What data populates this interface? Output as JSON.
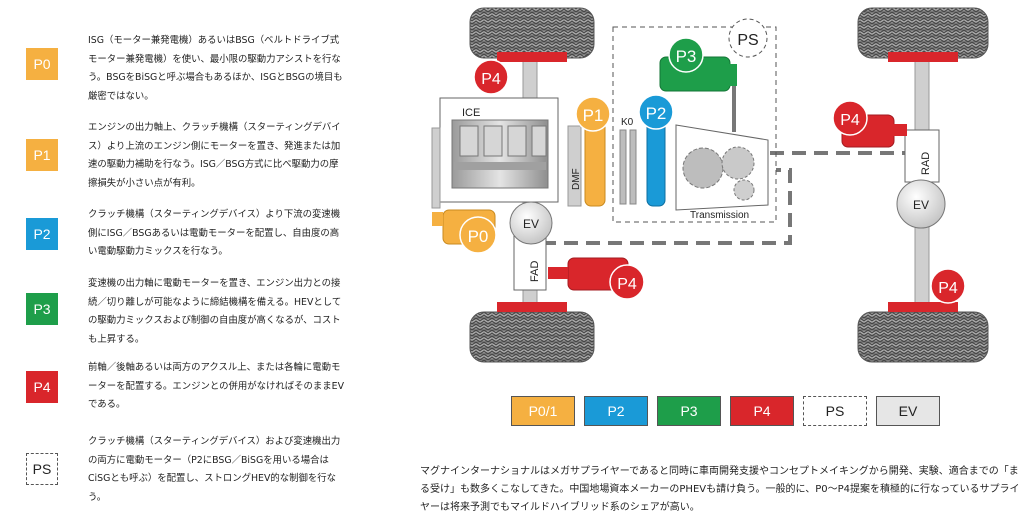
{
  "legend": [
    {
      "code": "P0",
      "color": "#f5b041",
      "text": "ISG（モーター兼発電機）あるいはBSG（ベルトドライブ式モーター兼発電機）を使い、最小限の駆動力アシストを行なう。BSGをBiSGと呼ぶ場合もあるほか、ISGとBSGの境目も厳密ではない。"
    },
    {
      "code": "P1",
      "color": "#f5b041",
      "text": "エンジンの出力軸上、クラッチ機構（スターティングデバイス）より上流のエンジン側にモーターを置き、発進または加速の駆動力補助を行なう。ISG／BSG方式に比べ駆動力の摩擦損失が小さい点が有利。"
    },
    {
      "code": "P2",
      "color": "#1a9ad7",
      "text": "クラッチ機構（スターティングデバイス）より下流の変速機側にISG／BSGあるいは電動モーターを配置し、自由度の高い電動駆動力ミックスを行なう。"
    },
    {
      "code": "P3",
      "color": "#1e9e4a",
      "text": "変速機の出力軸に電動モーターを置き、エンジン出力との接続／切り離しが可能なように締結機構を備える。HEVとしての駆動力ミックスおよび制御の自由度が高くなるが、コストも上昇する。"
    },
    {
      "code": "P4",
      "color": "#d9262b",
      "text": "前軸／後軸あるいは両方のアクスル上、または各輪に電動モーターを配置する。エンジンとの併用がなければそのままEVである。"
    },
    {
      "code": "PS",
      "color": "#ffffff",
      "text": "クラッチ機構（スターティングデバイス）および変速機出力の両方に電動モーター（P2にBSG／BiSGを用いる場合はCiSGとも呼ぶ）を配置し、ストロングHEV的な制御を行なう。"
    }
  ],
  "diagram": {
    "ice": "ICE",
    "dmf": "DMF",
    "k0": "K0",
    "transmission": "Transmission",
    "fad": "FAD",
    "rad": "RAD",
    "ev": "EV",
    "p0": "P0",
    "p1": "P1",
    "p2": "P2",
    "p3": "P3",
    "p4": "P4",
    "ps": "PS"
  },
  "keys": [
    {
      "label": "P0/1",
      "color": "#f5b041",
      "text_color": "#ffffff"
    },
    {
      "label": "P2",
      "color": "#1a9ad7",
      "text_color": "#ffffff"
    },
    {
      "label": "P3",
      "color": "#1e9e4a",
      "text_color": "#ffffff"
    },
    {
      "label": "P4",
      "color": "#d9262b",
      "text_color": "#ffffff"
    },
    {
      "label": "PS",
      "color": "#ffffff",
      "text_color": "#222222"
    },
    {
      "label": "EV",
      "color": "#e6e6e6",
      "text_color": "#222222"
    }
  ],
  "caption": "マグナインターナショナルはメガサプライヤーであると同時に車両開発支援やコンセプトメイキングから開発、実験、適合までの「まる受け」も数多くこなしてきた。中国地場資本メーカーのPHEVも請け負う。一般的に、P0〜P4提案を積極的に行なっているサプライヤーは将来予測でもマイルドハイブリッド系のシェアが高い。"
}
